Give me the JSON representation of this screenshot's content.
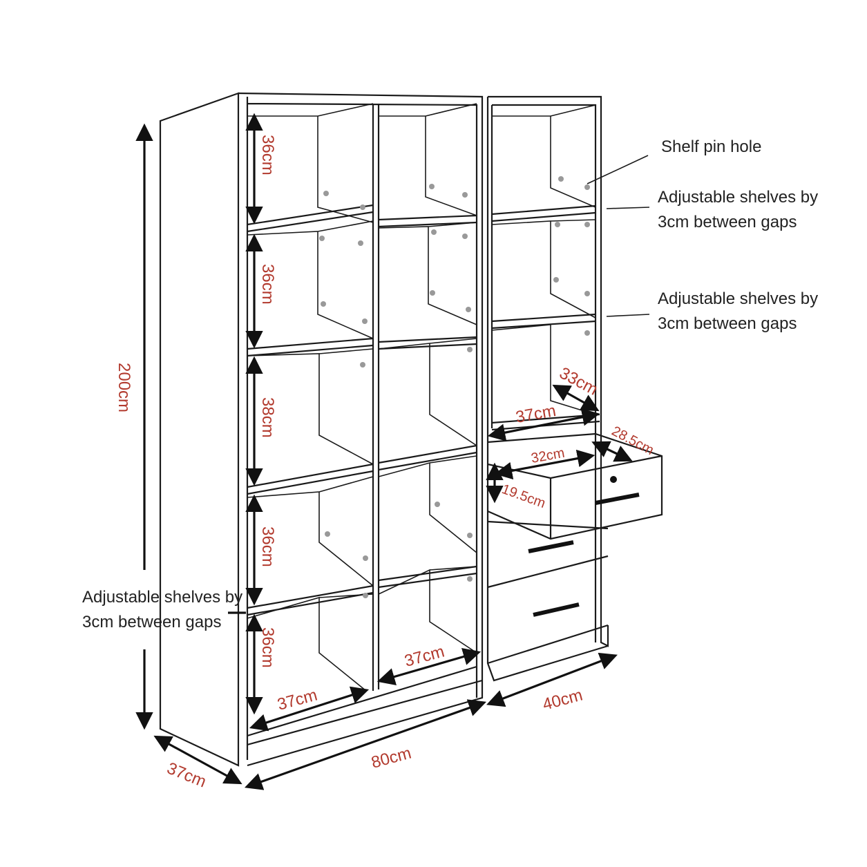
{
  "diagram": {
    "dimensions": {
      "height_total": "200cm",
      "depth": "37cm",
      "width_main": "80cm",
      "width_side": "40cm",
      "cell_heights": [
        "36cm",
        "36cm",
        "38cm",
        "36cm",
        "36cm"
      ],
      "cell_width_left": "37cm",
      "cell_width_middle": "37cm",
      "side_cell_width": "37cm",
      "side_cell_depth": "33cm",
      "drawer_width": "32cm",
      "drawer_depth": "28.5cm",
      "drawer_height": "19.5cm"
    },
    "annotations": {
      "shelf_pin_hole": "Shelf pin hole",
      "adjustable_1": [
        "Adjustable shelves by",
        "3cm between gaps"
      ],
      "adjustable_2": [
        "Adjustable shelves by",
        "3cm between gaps"
      ],
      "adjustable_3": [
        "Adjustable shelves by",
        "3cm between gaps"
      ]
    },
    "colors": {
      "dimension_text": "#b23a2e",
      "lines": "#1a1a1a",
      "pin_holes": "#999999"
    }
  }
}
